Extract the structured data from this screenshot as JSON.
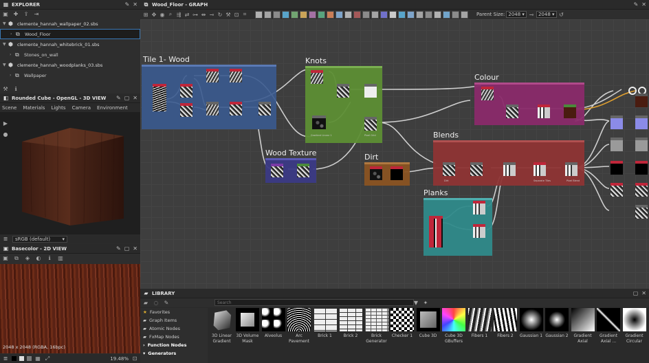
{
  "explorer": {
    "title": "EXPLORER",
    "packages": [
      {
        "name": "clemente_hannah_wallpaper_02.sbs",
        "children": [
          "Wood_Floor"
        ]
      },
      {
        "name": "clemente_hannah_whitebrick_01.sbs",
        "children": [
          "Stones_on_wall"
        ]
      },
      {
        "name": "clemente_hannah_woodplanks_03.sbs",
        "children": [
          "Wallpaper"
        ]
      }
    ]
  },
  "view3d": {
    "title": "Rounded Cube - OpenGL - 3D VIEW",
    "menu": [
      "Scene",
      "Materials",
      "Lights",
      "Camera",
      "Environment"
    ],
    "colorspace": "sRGB (default)"
  },
  "view2d": {
    "title": "Basecolor - 2D VIEW",
    "resolution": "2048 x 2048 (RGBA, 16bpc)",
    "zoom": "19.48%"
  },
  "graph": {
    "title": "Wood_Floor - GRAPH",
    "parent_size_label": "Parent Size:",
    "parent_size_value": "2048",
    "size_value": "2048",
    "frames": [
      {
        "title": "Tile 1- Wood",
        "color": "#3a5a8f"
      },
      {
        "title": "Knots",
        "color": "#5d8e34"
      },
      {
        "title": "Colour",
        "color": "#8a2a6a"
      },
      {
        "title": "Wood Texture",
        "color": "#3b3a85"
      },
      {
        "title": "Dirt",
        "color": "#8a5322"
      },
      {
        "title": "Blends",
        "color": "#8e3434"
      },
      {
        "title": "Planks",
        "color": "#2f8a8a"
      }
    ],
    "node_labels": {
      "knots_1": "Gradient Linear 1",
      "knots_2": "Pixel Grid",
      "dirt_1": "Dirt",
      "blends_1": "Separate Tiles",
      "blends_2": "Pixel Blend"
    }
  },
  "library": {
    "title": "LIBRARY",
    "search_placeholder": "Search",
    "categories": [
      "Favorites",
      "Graph Items",
      "Atomic Nodes",
      "FxMap Nodes",
      "Function Nodes",
      "Generators"
    ],
    "items": [
      {
        "name": "3D Linear Gradient",
        "icon": "linear-gradient-3d-icon"
      },
      {
        "name": "3D Volume Mask",
        "icon": "volume-mask-icon"
      },
      {
        "name": "Alveolus",
        "icon": "alveolus-icon"
      },
      {
        "name": "Arc Pavement",
        "icon": "arc-pavement-icon"
      },
      {
        "name": "Brick 1",
        "icon": "brick-icon"
      },
      {
        "name": "Brick 2",
        "icon": "brick-icon"
      },
      {
        "name": "Brick Generator",
        "icon": "brick-generator-icon"
      },
      {
        "name": "Checker 1",
        "icon": "checker-icon"
      },
      {
        "name": "Cube 3D",
        "icon": "cube-icon"
      },
      {
        "name": "Cube 3D GBuffers",
        "icon": "cube-gbuffers-icon"
      },
      {
        "name": "Fibers 1",
        "icon": "fibers-icon"
      },
      {
        "name": "Fibers 2",
        "icon": "fibers-icon"
      },
      {
        "name": "Gaussian 1",
        "icon": "gaussian-icon"
      },
      {
        "name": "Gaussian 2",
        "icon": "gaussian-icon"
      },
      {
        "name": "Gradient Axial",
        "icon": "gradient-axial-icon"
      },
      {
        "name": "Gradient Axial ...",
        "icon": "gradient-axial-icon"
      },
      {
        "name": "Gradient Circular",
        "icon": "gradient-circular-icon"
      }
    ]
  }
}
